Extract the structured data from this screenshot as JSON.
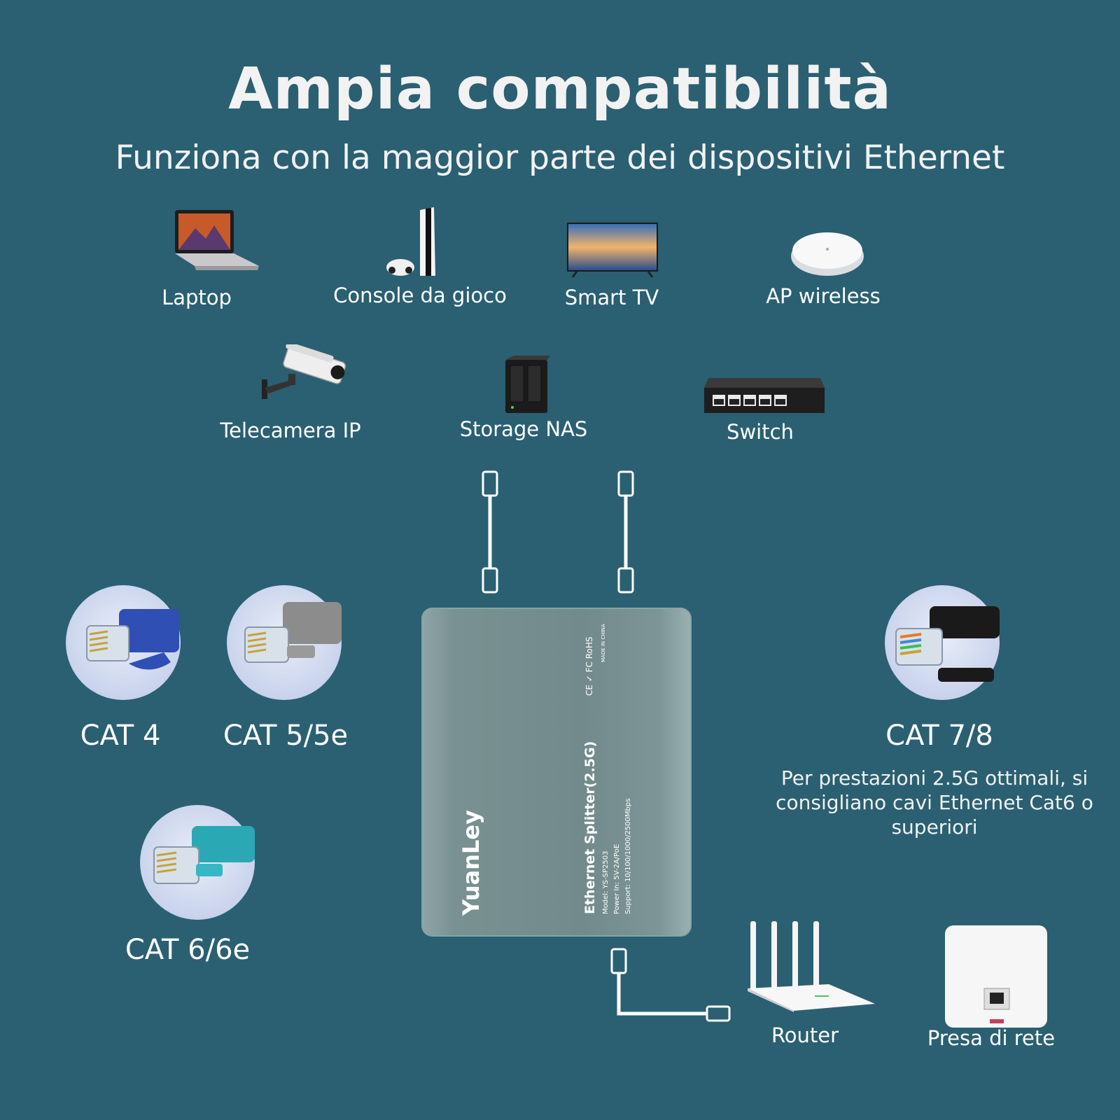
{
  "header": {
    "title": "Ampia compatibilità",
    "subtitle": "Funziona con la maggior parte dei dispositivi Ethernet"
  },
  "devices": [
    {
      "label": "Laptop",
      "icon": "laptop-icon"
    },
    {
      "label": "Console da gioco",
      "icon": "game-console-icon"
    },
    {
      "label": "Smart TV",
      "icon": "smart-tv-icon"
    },
    {
      "label": "AP wireless",
      "icon": "wireless-ap-icon"
    },
    {
      "label": "Telecamera IP",
      "icon": "ip-camera-icon"
    },
    {
      "label": "Storage NAS",
      "icon": "nas-icon"
    },
    {
      "label": "Switch",
      "icon": "switch-icon"
    },
    {
      "label": "Router",
      "icon": "router-icon"
    },
    {
      "label": "Presa di rete",
      "icon": "wall-socket-icon"
    }
  ],
  "cables": [
    {
      "label": "CAT 4",
      "color": "#2f4fb5"
    },
    {
      "label": "CAT 5/5e",
      "color": "#8c8c8c"
    },
    {
      "label": "CAT 6/6e",
      "color": "#2aa9b5"
    },
    {
      "label": "CAT 7/8",
      "color": "#1a1a1a"
    }
  ],
  "note": "Per prestazioni 2.5G ottimali, si consigliano cavi Ethernet Cat6 o superiori",
  "splitter": {
    "brand": "YuanLey",
    "name": "Ethernet Splitter(2.5G)",
    "model": "Model: YS-SP2503",
    "power": "Power In: 5V-2A/PoE",
    "support": "Support: 10/100/1000/2500Mbps",
    "origin": "MADE IN CHINA",
    "certs": "CE ✓ FC RoHS"
  },
  "colors": {
    "background": "#2a6072",
    "splitter_body": "#7a9192",
    "cable": "#ffffff"
  }
}
